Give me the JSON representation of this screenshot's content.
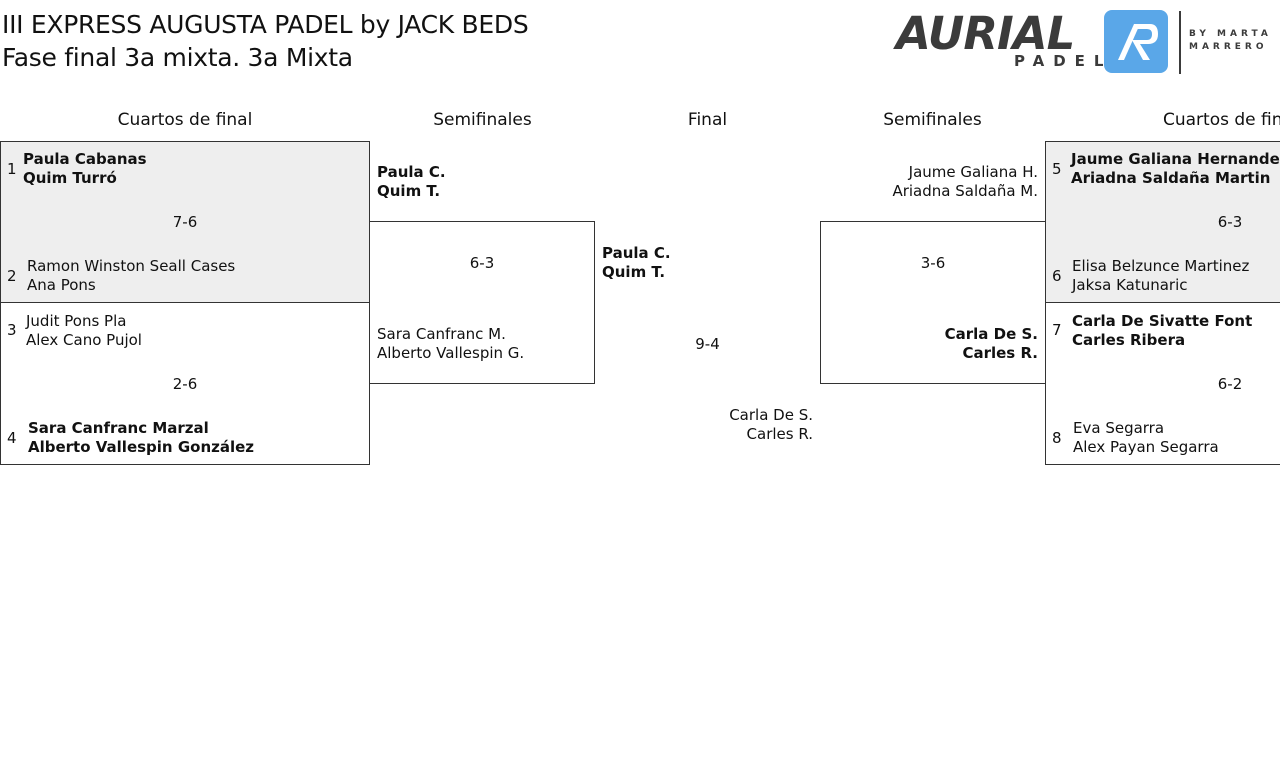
{
  "header": {
    "title": "III EXPRESS AUGUSTA PADEL by JACK BEDS",
    "subtitle": "Fase final 3a mixta. 3a Mixta"
  },
  "logo": {
    "word": "AURIAL",
    "sub": "PADEL",
    "by": "BY MARTA",
    "by2": "MARRERO",
    "brand_color": "#5aa7e8"
  },
  "rounds": {
    "qf_left": "Cuartos de final",
    "sf_left": "Semifinales",
    "final": "Final",
    "sf_right": "Semifinales",
    "qf_right": "Cuartos de final"
  },
  "qf": [
    {
      "seed_a": "1",
      "a1": "Paula Cabanas",
      "a2": "Quim Turró",
      "score": "7-6",
      "seed_b": "2",
      "b1": "Ramon Winston Seall Cases",
      "b2": "Ana Pons"
    },
    {
      "seed_a": "3",
      "a1": "Judit Pons Pla",
      "a2": "Alex Cano Pujol",
      "score": "2-6",
      "seed_b": "4",
      "b1": "Sara Canfranc Marzal",
      "b2": "Alberto Vallespin González"
    },
    {
      "seed_a": "5",
      "a1": "Jaume Galiana Hernandez",
      "a2": "Ariadna Saldaña Martin",
      "score": "6-3",
      "seed_b": "6",
      "b1": "Elisa Belzunce Martinez",
      "b2": "Jaksa Katunaric"
    },
    {
      "seed_a": "7",
      "a1": "Carla De Sivatte Font",
      "a2": "Carles Ribera",
      "score": "6-2",
      "seed_b": "8",
      "b1": "Eva Segarra",
      "b2": "Alex Payan Segarra"
    }
  ],
  "sf": [
    {
      "a1": "Paula C.",
      "a2": "Quim T.",
      "score": "6-3",
      "b1": "Sara Canfranc M.",
      "b2": "Alberto Vallespin G."
    },
    {
      "a1": "Jaume Galiana H.",
      "a2": "Ariadna Saldaña M.",
      "score": "3-6",
      "b1": "Carla De S.",
      "b2": "Carles R."
    }
  ],
  "final": {
    "a1": "Paula C.",
    "a2": "Quim T.",
    "score": "9-4",
    "b1": "Carla De S.",
    "b2": "Carles R."
  }
}
